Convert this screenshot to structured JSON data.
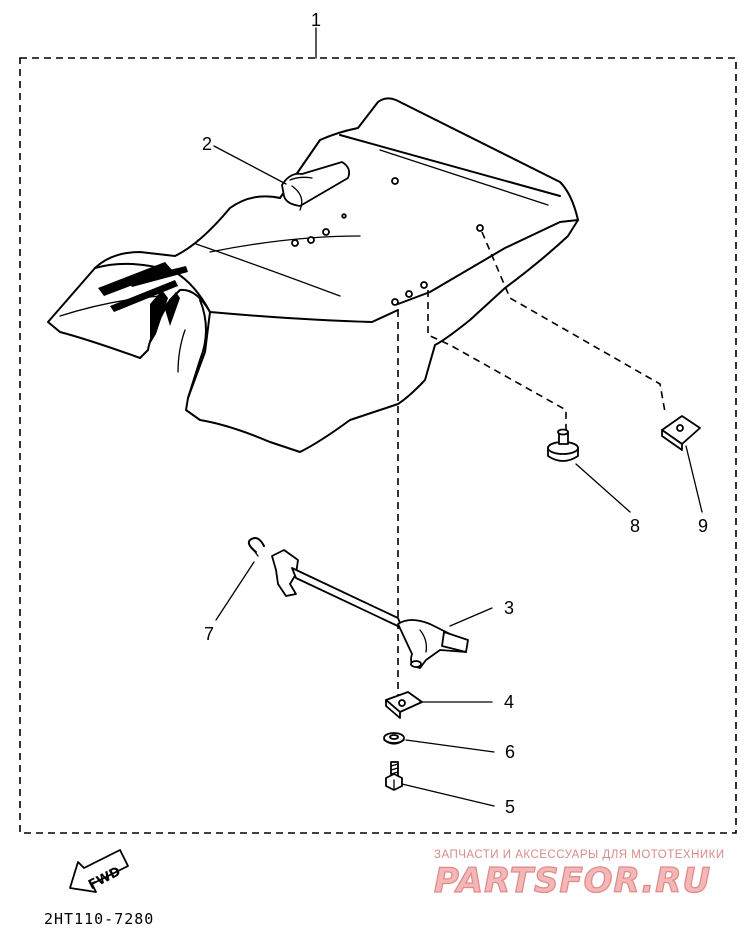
{
  "diagram": {
    "callouts": [
      {
        "id": "1",
        "label": "1"
      },
      {
        "id": "2",
        "label": "2"
      },
      {
        "id": "3",
        "label": "3"
      },
      {
        "id": "4",
        "label": "4"
      },
      {
        "id": "5",
        "label": "5"
      },
      {
        "id": "6",
        "label": "6"
      },
      {
        "id": "7",
        "label": "7"
      },
      {
        "id": "8",
        "label": "8"
      },
      {
        "id": "9",
        "label": "9"
      }
    ],
    "direction_badge": "FWD",
    "drawing_code": "2HT110-7280"
  },
  "watermark": {
    "tagline": "ЗАПЧАСТИ И АКСЕССУАРЫ ДЛЯ МОТОТЕХНИКИ",
    "brand": "PARTSFOR.RU"
  }
}
